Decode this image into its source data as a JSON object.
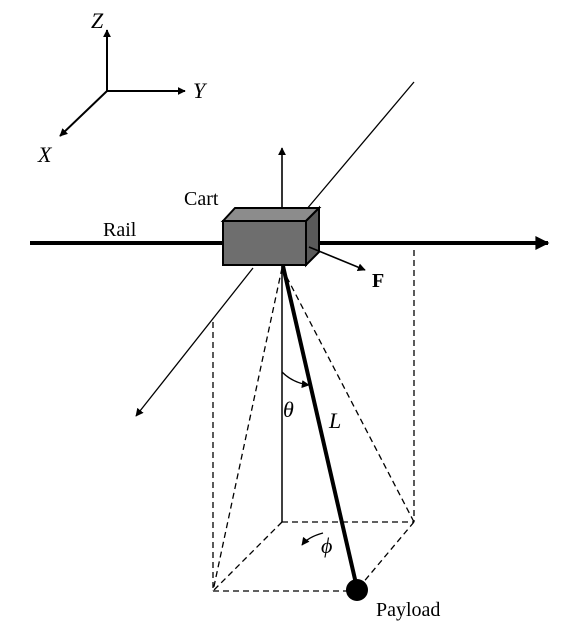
{
  "axes": {
    "z": "Z",
    "y": "Y",
    "x": "X"
  },
  "labels": {
    "cart": "Cart",
    "rail": "Rail",
    "force": "F",
    "theta": "θ",
    "length": "L",
    "phi": "ϕ",
    "payload": "Payload"
  },
  "colors": {
    "line": "#000000",
    "cart_front": "#6e6e6e",
    "cart_top": "#8c8c8c",
    "cart_side": "#5a5a5a",
    "payload": "#000000"
  }
}
